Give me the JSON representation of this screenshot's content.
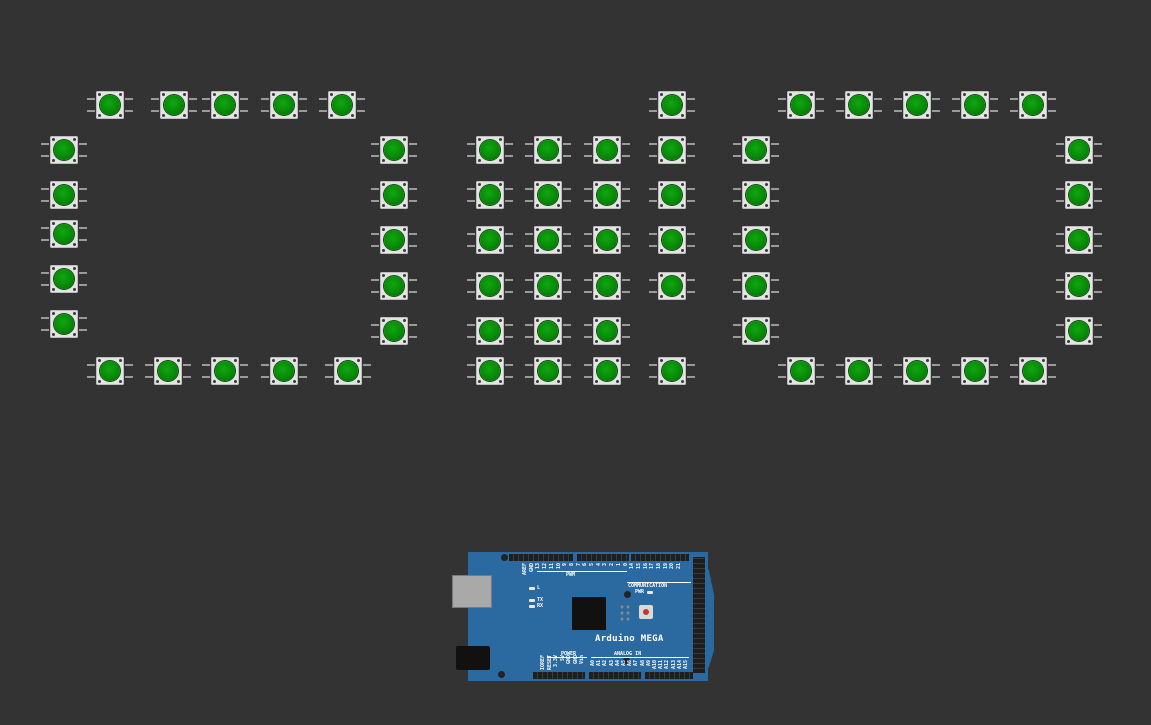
{
  "canvas": {
    "background": "#333333"
  },
  "pushbutton": {
    "cap_color": "#078a07",
    "body_color": "#e4e4e4",
    "leg_color": "#9a9a9a",
    "icon": "pushbutton-icon"
  },
  "arduino": {
    "board_name": "Arduino MEGA",
    "pcb_color": "#2b6aa0",
    "labels": {
      "pwm": "PWM",
      "communication": "COMMUNICATION",
      "power": "POWER",
      "analog_in": "ANALOG IN",
      "led_l": "L",
      "led_tx": "TX",
      "led_rx": "RX",
      "pwr": "PWR"
    },
    "top_pins": [
      "AREF",
      "GND",
      "13",
      "12",
      "11",
      "10",
      "9",
      "8",
      "7",
      "6",
      "5",
      "4",
      "3",
      "2",
      "1",
      "0",
      "14",
      "15",
      "16",
      "17",
      "18",
      "19",
      "20",
      "21"
    ],
    "power_pins": [
      "IOREF",
      "RESET",
      "3.3V",
      "5V",
      "GND",
      "GND",
      "Vin"
    ],
    "analog_pins": [
      "A0",
      "A1",
      "A2",
      "A3",
      "A4",
      "A5",
      "A6",
      "A7",
      "A8",
      "A9",
      "A10",
      "A11",
      "A12",
      "A13",
      "A14",
      "A15"
    ]
  }
}
